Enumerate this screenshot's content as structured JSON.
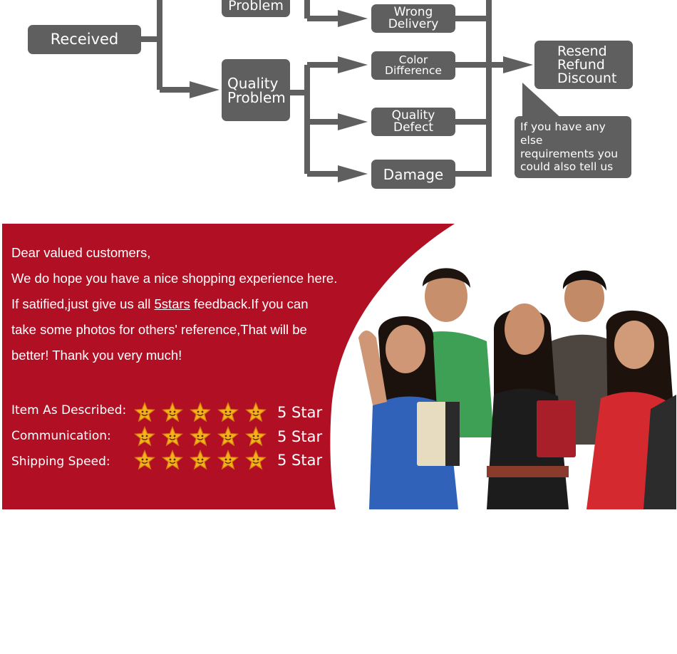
{
  "flowchart": {
    "received": "Received",
    "problem_partial": "Problem",
    "quality_problem": [
      "Quality",
      "Problem"
    ],
    "wrong_delivery": "Wrong Delivery",
    "color_difference": "Color Difference",
    "quality_defect": "Quality Defect",
    "damage": "Damage",
    "outcomes": [
      "Resend",
      "Refund",
      "Discount"
    ],
    "note": [
      "If you have any else",
      "requirements you",
      "could also tell us"
    ],
    "colors": {
      "node": "#5f5f5f",
      "line": "#5f5f5f"
    }
  },
  "banner": {
    "greeting": "Dear valued customers,",
    "line1": "We do hope you have a nice shopping experience here.",
    "line2_pre": "If satified,just give us all ",
    "line2_link": "5stars",
    "line2_post": " feedback.If you can",
    "line3": "take some photos for others' reference,That will be",
    "line4": "better! Thank you very much!",
    "ratings": [
      {
        "label": "Item As Described:",
        "stars": 5,
        "value": "5 Star"
      },
      {
        "label": "Communication:",
        "stars": 5,
        "value": "5 Star"
      },
      {
        "label": "Shipping Speed:",
        "stars": 5,
        "value": "5 Star"
      }
    ],
    "colors": {
      "background": "#b10f23",
      "text": "#ffffff",
      "star": "#f6b01c"
    }
  }
}
